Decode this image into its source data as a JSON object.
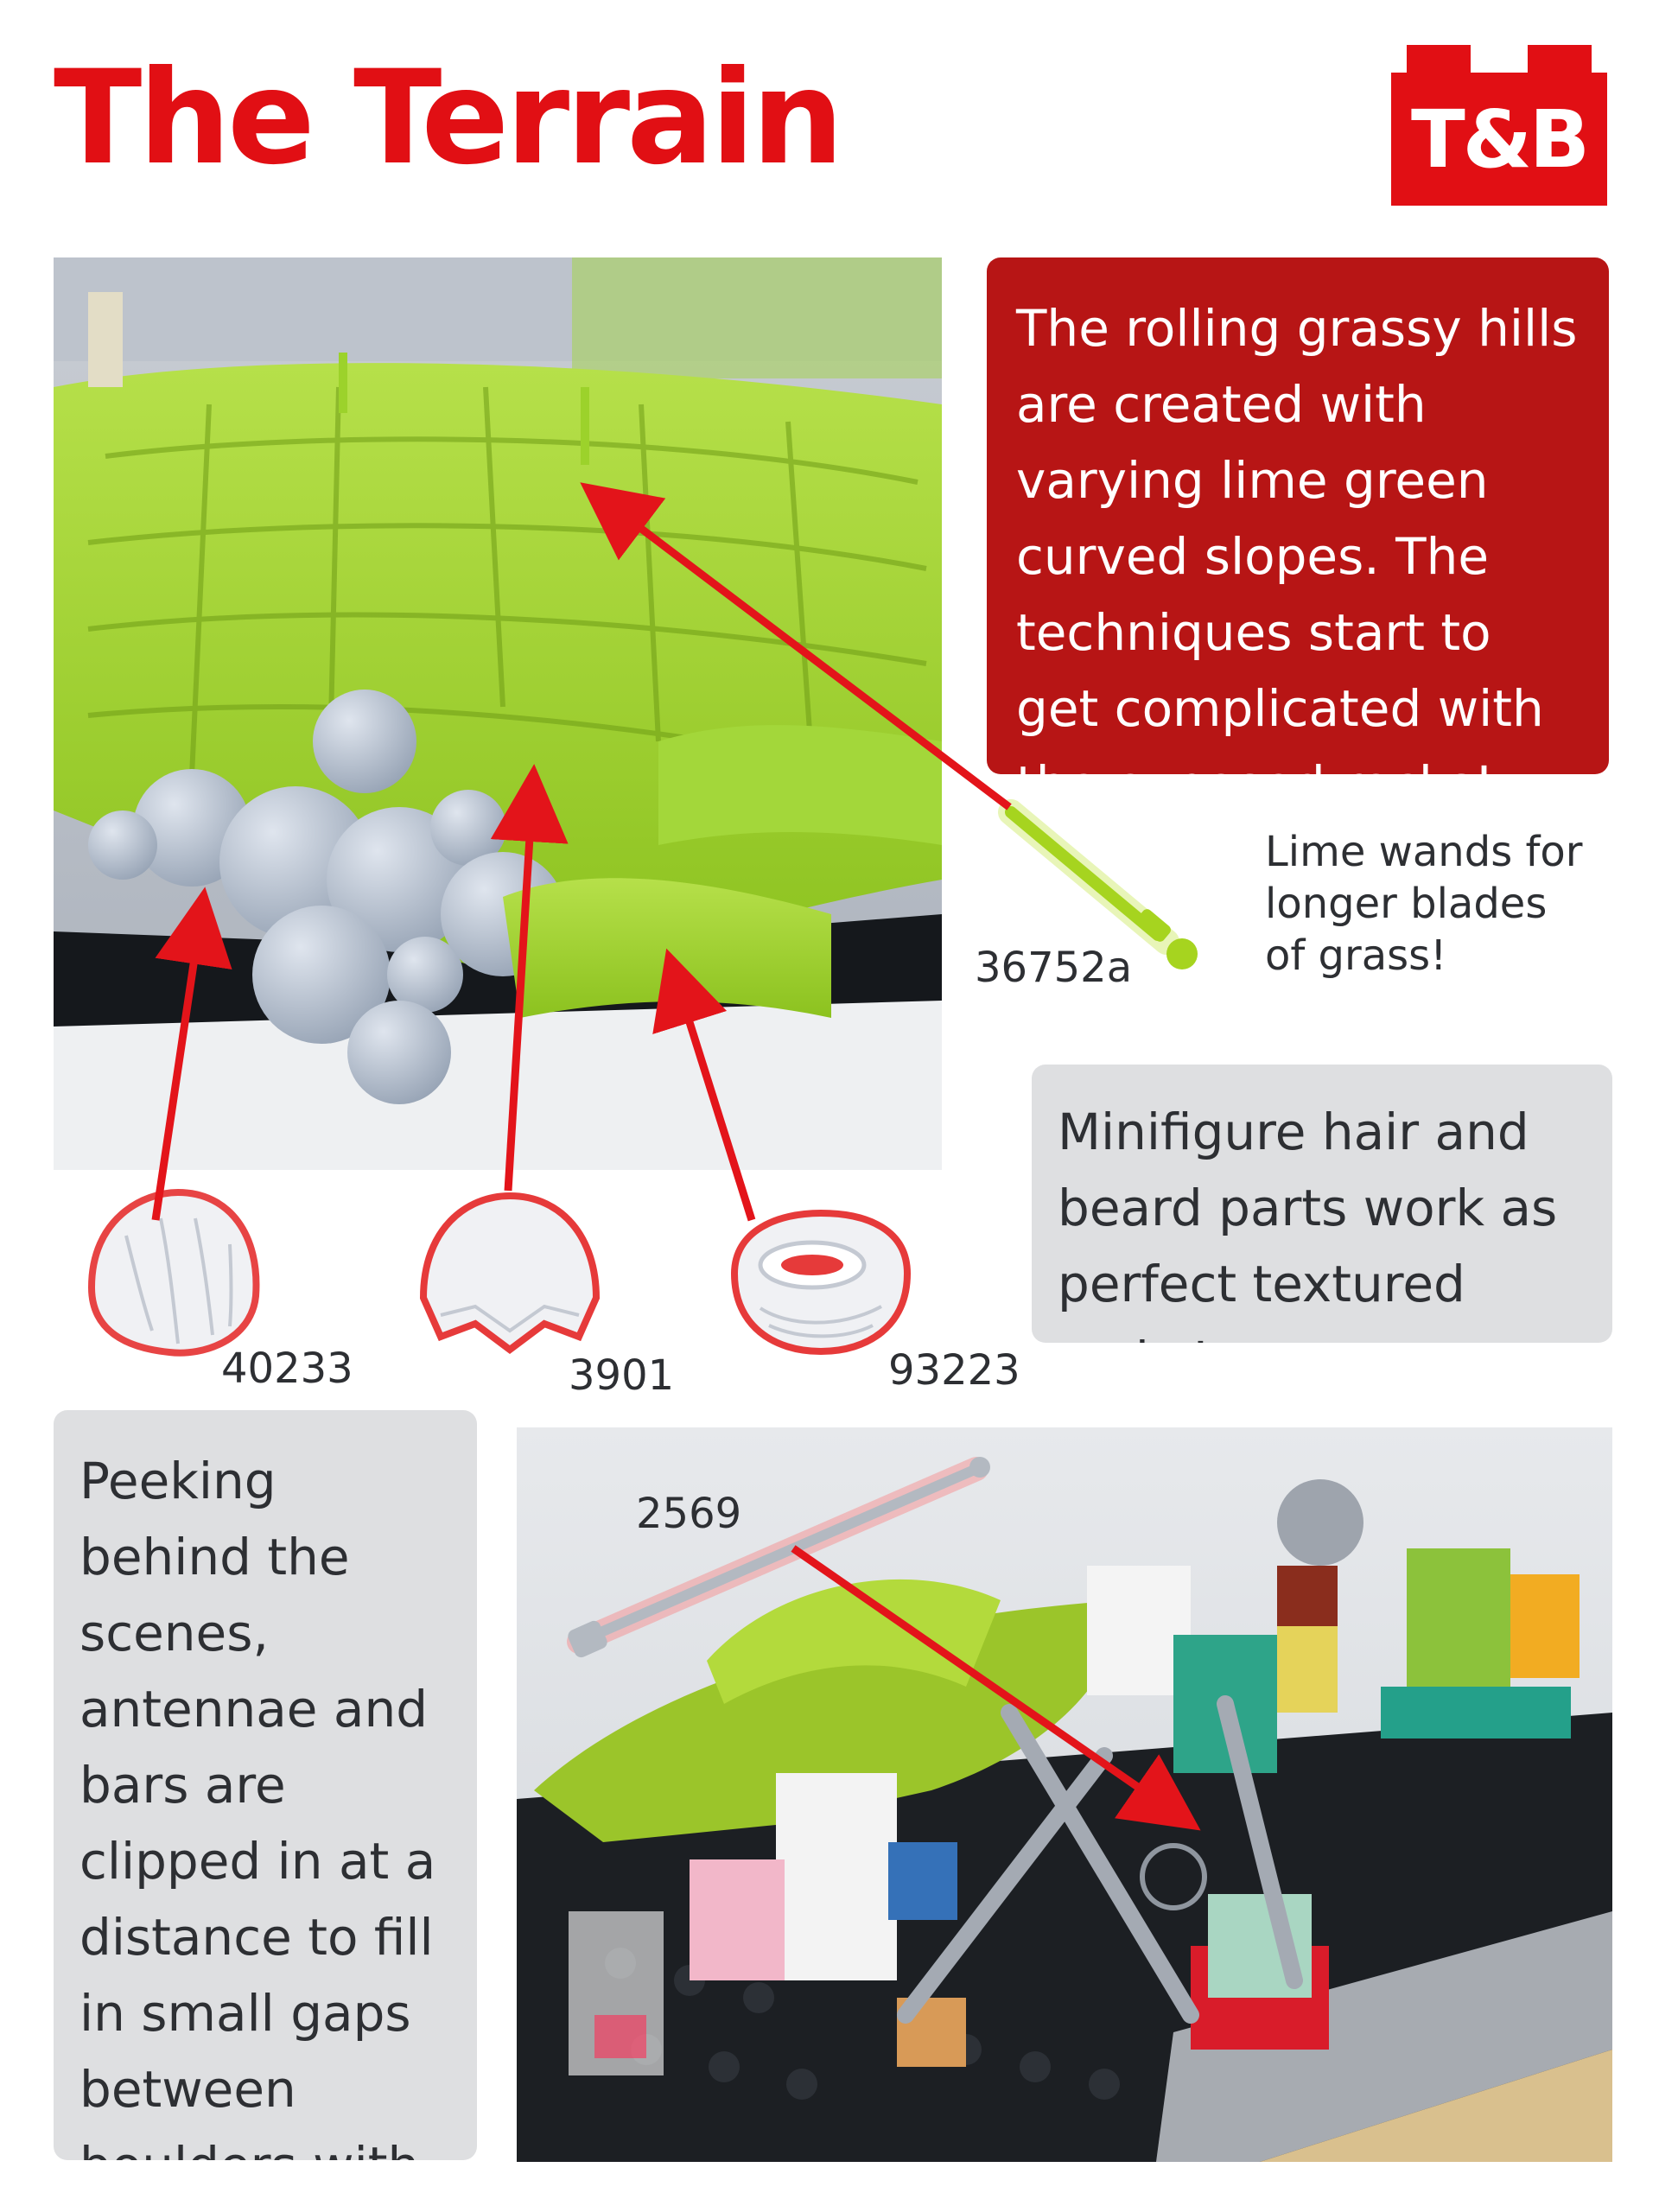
{
  "header": {
    "title": "The Terrain",
    "logo_text": "T&B"
  },
  "intro_box": {
    "text": "The rolling grassy hills are created with varying lime green curved slopes. The techniques start to get complicated with the exposed rocks!"
  },
  "lime_wands": {
    "part_number": "36752a",
    "caption": "Lime wands for longer blades of grass!"
  },
  "rocks_box": {
    "text": "Minifigure hair and beard parts work as perfect textured rocks!"
  },
  "rock_parts": [
    {
      "part_number": "40233"
    },
    {
      "part_number": "3901"
    },
    {
      "part_number": "93223"
    }
  ],
  "behind_box": {
    "text": "Peeking behind the scenes, antennae and bars are clipped in at a distance to fill in small gaps between boulders with their tips."
  },
  "bar_part": {
    "part_number": "2569"
  },
  "colors": {
    "brand_red": "#e10f14",
    "box_red": "#b71515",
    "box_gray": "#dedfe1",
    "lime": "#9bd42a"
  }
}
